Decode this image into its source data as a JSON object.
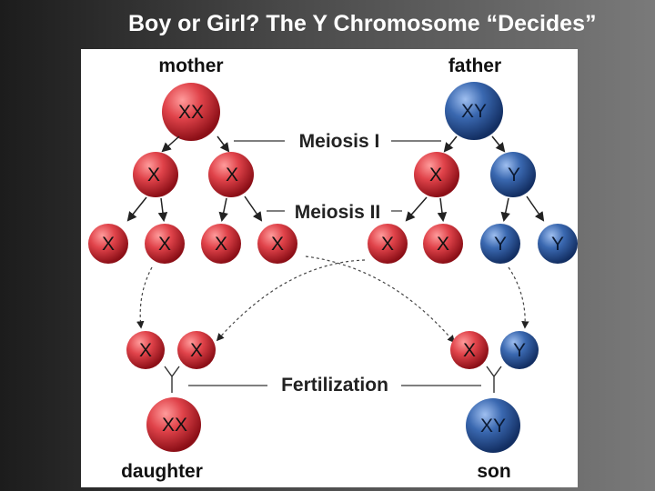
{
  "slide": {
    "title": "Boy or Girl? The Y Chromosome “Decides”"
  },
  "diagram": {
    "parents": {
      "mother": "mother",
      "father": "father",
      "mother_cell": "XX",
      "father_cell": "XY"
    },
    "stages": {
      "meiosis1": "Meiosis I",
      "meiosis2": "Meiosis II",
      "fertilization": "Fertilization"
    },
    "meiosis1_cells": [
      "X",
      "X",
      "X",
      "Y"
    ],
    "gametes": [
      "X",
      "X",
      "X",
      "X",
      "X",
      "X",
      "Y",
      "Y"
    ],
    "fertilization_pairs": {
      "daughter": [
        "X",
        "X"
      ],
      "son": [
        "X",
        "Y"
      ]
    },
    "offspring": {
      "daughter_label": "daughter",
      "son_label": "son",
      "daughter_cell": "XX",
      "son_cell": "XY"
    },
    "colors": {
      "x_cell": "#d3303a",
      "y_cell": "#2e5b9e",
      "arrow": "#222222"
    }
  }
}
